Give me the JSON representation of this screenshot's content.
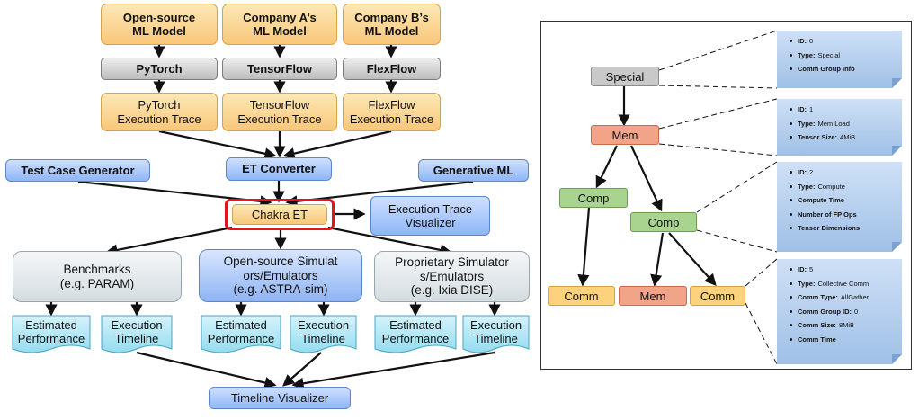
{
  "left": {
    "sources": [
      {
        "line1": "Open-source",
        "line2": "ML Model"
      },
      {
        "line1": "Company A’s",
        "line2": "ML Model"
      },
      {
        "line1": "Company B’s",
        "line2": "ML Model"
      }
    ],
    "frameworks": [
      "PyTorch",
      "TensorFlow",
      "FlexFlow"
    ],
    "traces": [
      {
        "line1": "PyTorch",
        "line2": "Execution Trace"
      },
      {
        "line1": "TensorFlow",
        "line2": "Execution Trace"
      },
      {
        "line1": "FlexFlow",
        "line2": "Execution Trace"
      }
    ],
    "test_case_generator": "Test Case Generator",
    "et_converter": "ET Converter",
    "generative_ml": "Generative ML",
    "chakra_et": "Chakra ET",
    "visualizer": {
      "line1": "Execution Trace",
      "line2": "Visualizer"
    },
    "simulators": [
      {
        "line1": "Benchmarks",
        "line2": "(e.g. PARAM)",
        "line3": ""
      },
      {
        "line1": "Open-source Simulat",
        "line2": "ors/Emulators",
        "line3": "(e.g. ASTRA-sim)"
      },
      {
        "line1": "Proprietary Simulator",
        "line2": "s/Emulators",
        "line3": "(e.g. Ixia DISE)"
      }
    ],
    "outputs": [
      {
        "line1": "Estimated",
        "line2": "Performance"
      },
      {
        "line1": "Execution",
        "line2": "Timeline"
      },
      {
        "line1": "Estimated",
        "line2": "Performance"
      },
      {
        "line1": "Execution",
        "line2": "Timeline"
      },
      {
        "line1": "Estimated",
        "line2": "Performance"
      },
      {
        "line1": "Execution",
        "line2": "Timeline"
      }
    ],
    "timeline_visualizer": "Timeline Visualizer"
  },
  "right": {
    "nodes": {
      "special": "Special",
      "mem1": "Mem",
      "comp1": "Comp",
      "comp2": "Comp",
      "comm1": "Comm",
      "mem2": "Mem",
      "comm2": "Comm"
    },
    "info_boxes": [
      {
        "rows": [
          {
            "key": "ID:",
            "value": "0"
          },
          {
            "key": "Type:",
            "value": "Special"
          },
          {
            "key": "Comm Group Info",
            "value": ""
          }
        ]
      },
      {
        "rows": [
          {
            "key": "ID:",
            "value": "1"
          },
          {
            "key": "Type:",
            "value": "Mem Load"
          },
          {
            "key": "Tensor Size:",
            "value": "4MiB"
          }
        ]
      },
      {
        "rows": [
          {
            "key": "ID:",
            "value": "2"
          },
          {
            "key": "Type:",
            "value": "Compute"
          },
          {
            "key": "Compute Time",
            "value": ""
          },
          {
            "key": "Number of FP Ops",
            "value": ""
          },
          {
            "key": "Tensor Dimensions",
            "value": ""
          }
        ]
      },
      {
        "rows": [
          {
            "key": "ID:",
            "value": "5"
          },
          {
            "key": "Type:",
            "value": "Collective Comm"
          },
          {
            "key": "Comm Type:",
            "value": "AllGather"
          },
          {
            "key": "Comm Group ID:",
            "value": "0"
          },
          {
            "key": "Comm Size:",
            "value": "8MiB"
          },
          {
            "key": "Comm Time",
            "value": ""
          }
        ]
      }
    ]
  },
  "colors": {
    "orange": "#f8c77a",
    "blue": "#8fb6f6",
    "gray": "#bdbdbd",
    "highlight": "#e0161b",
    "info": "#9fc0e6"
  }
}
